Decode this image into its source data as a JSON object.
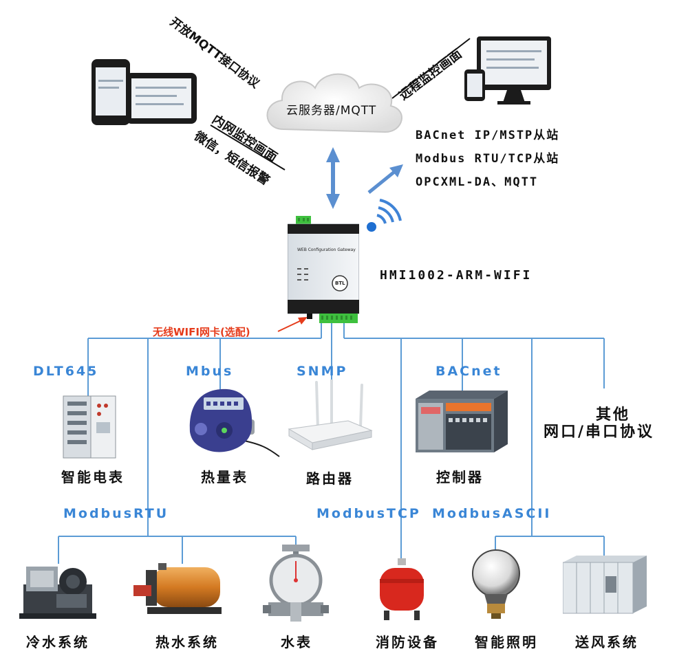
{
  "cloud": {
    "label": "云服务器/MQTT"
  },
  "annotations": {
    "open_mqtt": "开放MQTT接口协议",
    "remote_monitor": "远程监控画面",
    "intranet_line1": "内网监控画面",
    "intranet_line2": "微信，短信报警"
  },
  "protocols": [
    "BACnet IP/MSTP从站",
    "Modbus RTU/TCP从站",
    "OPCXML-DA、MQTT"
  ],
  "gateway": {
    "model": "HMI1002-ARM-WIFI",
    "panel_title": "WEB Configuration Gateway",
    "badge": "BTL",
    "wifi_note": "无线WIFI网卡(选配)"
  },
  "bus_labels": {
    "dlt645": "DLT645",
    "mbus": "Mbus",
    "snmp": "SNMP",
    "bacnet": "BACnet",
    "other_line1": "其他",
    "other_line2": "网口/串口协议",
    "modbus_rtu": "ModbusRTU",
    "modbus_tcp": "ModbusTCP",
    "modbus_ascii": "ModbusASCII"
  },
  "devices_top": [
    {
      "name": "智能电表"
    },
    {
      "name": "热量表"
    },
    {
      "name": "路由器"
    },
    {
      "name": "控制器"
    }
  ],
  "devices_bottom": [
    {
      "name": "冷水系统"
    },
    {
      "name": "热水系统"
    },
    {
      "name": "水表"
    },
    {
      "name": "消防设备"
    },
    {
      "name": "智能照明"
    },
    {
      "name": "送风系统"
    }
  ],
  "colors": {
    "bus_line": "#5b9bd5",
    "arrow": "#5b8fd0",
    "label_blue": "#3a86d6",
    "note_red": "#e53c1c",
    "gateway_green": "#3ec03e"
  }
}
